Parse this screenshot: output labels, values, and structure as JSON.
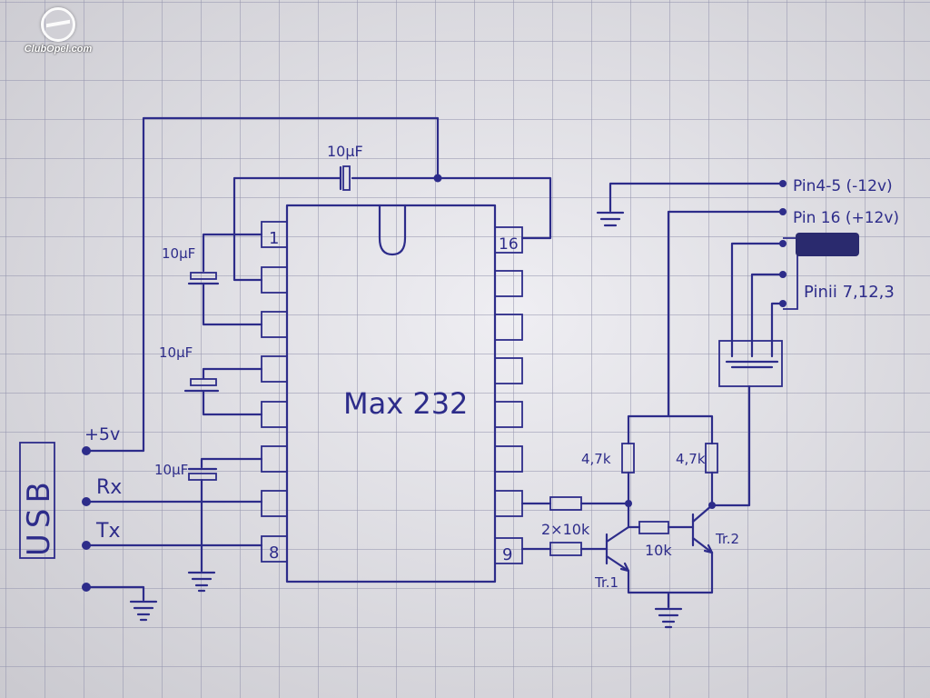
{
  "watermark": "ClubOpel.com",
  "ic": {
    "name": "Max 232",
    "pin_1": "1",
    "pin_8": "8",
    "pin_9": "9",
    "pin_16": "16"
  },
  "capacitors": {
    "top": "10µF",
    "c1": "10µF",
    "c2": "10µF",
    "c3": "10µF"
  },
  "usb": {
    "label": "USB",
    "plus5v": "+5v",
    "rx": "Rx",
    "tx": "Tx"
  },
  "connector": {
    "pin45": "Pin4-5 (-12v)",
    "pin16": "Pin 16 (+12v)",
    "pins7123": "Pinii 7,12,3"
  },
  "resistors": {
    "r_left": "4,7k",
    "r_right": "4,7k",
    "r_base": "2×10k",
    "r_mid": "10k"
  },
  "transistors": {
    "t1": "Tr.1",
    "t2": "Tr.2"
  },
  "colors": {
    "ink": "#2d2c8a",
    "paper": "#e6e5ec",
    "grid": "#9696af"
  }
}
